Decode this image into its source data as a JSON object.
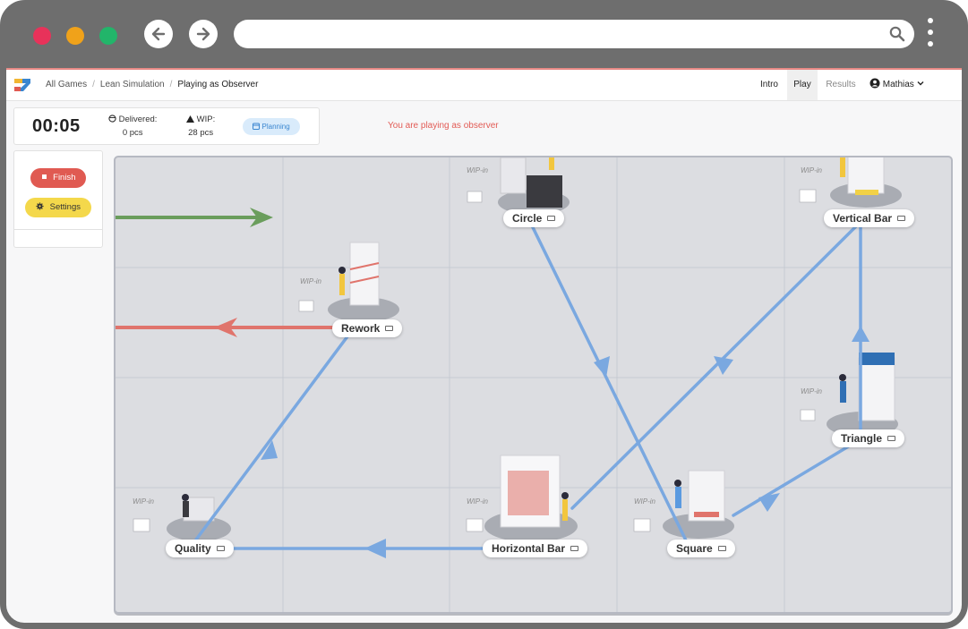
{
  "breadcrumbs": [
    "All Games",
    "Lean Simulation",
    "Playing as Observer"
  ],
  "nav": {
    "intro": "Intro",
    "play": "Play",
    "results": "Results",
    "user": "Mathias"
  },
  "stats": {
    "timer": "00:05",
    "delivered_label": "Delivered:",
    "delivered_value": "0 pcs",
    "wip_label": "WIP:",
    "wip_value": "28 pcs",
    "planning": "Planning"
  },
  "observer_notice": "You are playing as observer",
  "controls": {
    "finish": "Finish",
    "settings": "Settings"
  },
  "wip_label": "WIP-in",
  "stations": {
    "circle": "Circle",
    "vertical_bar": "Vertical Bar",
    "rework": "Rework",
    "triangle": "Triangle",
    "quality": "Quality",
    "horizontal_bar": "Horizontal Bar",
    "square": "Square"
  },
  "colors": {
    "flow": "#7aa8e0",
    "input": "#6a9d5c",
    "output": "#e0746c",
    "finish": "#e05a52",
    "settings": "#f4d84b",
    "planning": "#d9ebfb",
    "observer_text": "#e25b55"
  },
  "icons": [
    "search-icon",
    "back-arrow-icon",
    "forward-arrow-icon",
    "menu-dots-icon",
    "user-circle-icon",
    "chevron-down-icon",
    "stop-icon",
    "gear-icon",
    "calendar-icon",
    "laptop-icon",
    "box-icon",
    "triangle-icon"
  ]
}
